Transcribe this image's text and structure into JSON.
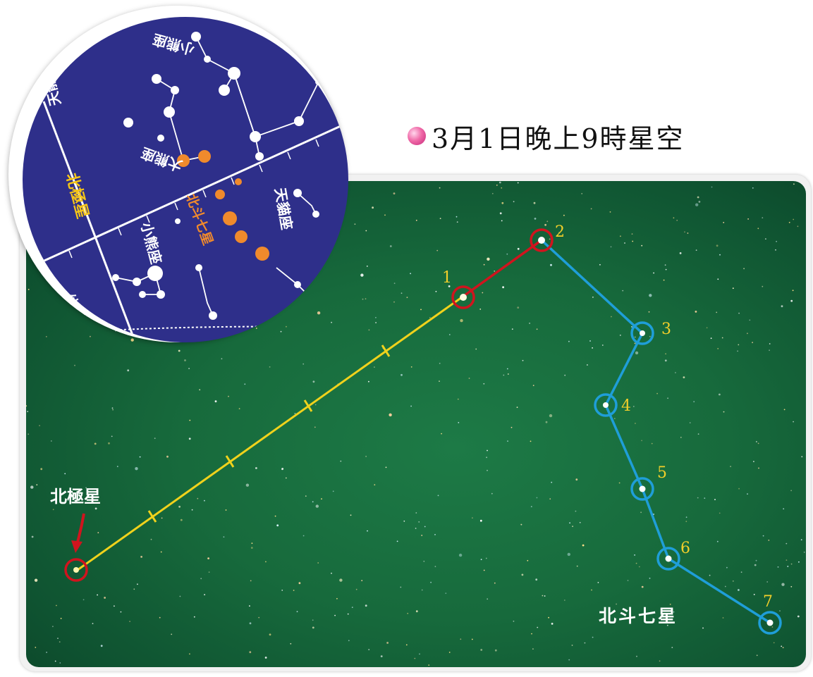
{
  "title": {
    "text": "3月1日晚上9時星空",
    "dot_color": "#e8559a"
  },
  "photo": {
    "polaris_label": "北極星",
    "big_dipper_label": "北斗七星",
    "star_numbers": [
      "1",
      "2",
      "3",
      "4",
      "5",
      "6",
      "7"
    ],
    "colors": {
      "pointer_line": "#f0d21c",
      "pointer_stars_ring": "#d0141e",
      "dipper_line": "#1f9ed8",
      "number_text": "#f2cf2a",
      "label_text": "#ffffff"
    }
  },
  "inset_map": {
    "labels": {
      "ursa_minor_top": "小熊座",
      "draco": "天龍座",
      "ursa_major": "大熊座",
      "polaris": "北極星",
      "big_dipper": "北斗七星",
      "ursa_minor": "小熊座",
      "lynx": "天貓座",
      "bottom_left": "仙后座"
    },
    "colors": {
      "background": "#2e2f8a",
      "lines": "#ffffff",
      "dipper_stars": "#f08a2c",
      "polaris_label": "#f5c518",
      "big_dipper_label": "#f08a2c"
    }
  }
}
